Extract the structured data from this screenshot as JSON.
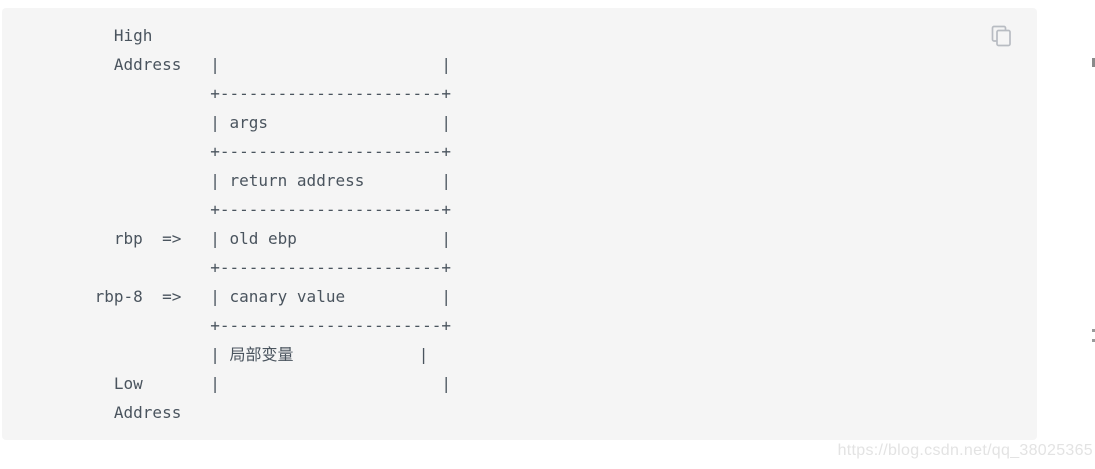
{
  "colors": {
    "page_background": "#ffffff",
    "code_block_background": "#f5f5f5",
    "code_text": "#4a545e",
    "copy_icon": "#b8bcc2",
    "watermark": "#e3e3e3"
  },
  "code_block": {
    "copy_icon_name": "copy-icon",
    "content": "   High\n   Address   |                       |\n             +-----------------------+\n             | args                  |\n             +-----------------------+\n             | return address        |\n             +-----------------------+\n   rbp  =>   | old ebp               |\n             +-----------------------+\n rbp-8  =>   | canary value          |\n             +-----------------------+\n             | 局部变量             |\n   Low       |                       |\n   Address",
    "diagram": {
      "high_label": "High Address",
      "low_label": "Low Address",
      "pointer_rbp": "rbp =>",
      "pointer_rbp_minus_8": "rbp-8 =>",
      "cells_top_to_bottom": [
        "args",
        "return address",
        "old ebp",
        "canary value",
        "局部变量"
      ]
    }
  },
  "watermark": {
    "text": "https://blog.csdn.net/qq_38025365"
  }
}
